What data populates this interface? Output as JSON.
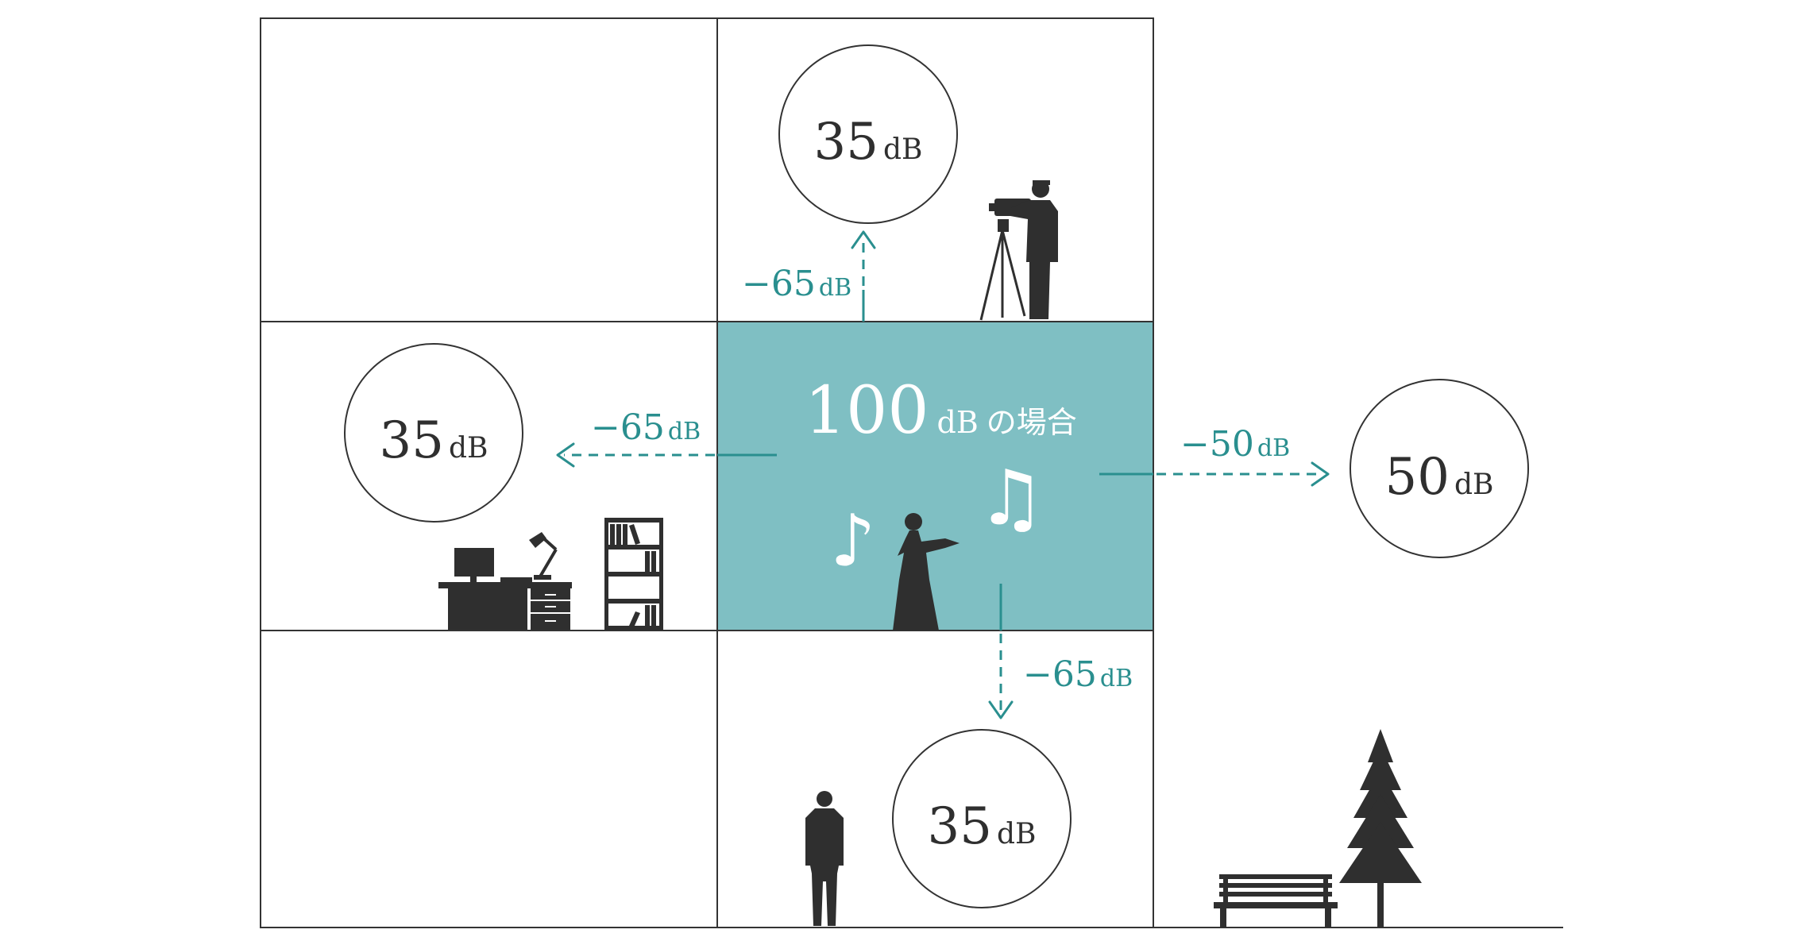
{
  "colors": {
    "teal_fill": "#7fbfc3",
    "teal_text": "#2a8f8f",
    "line": "#333333",
    "silhouette": "#2f2f2f",
    "white": "#ffffff"
  },
  "unit": "dB",
  "source": {
    "value": "100",
    "unit": "dB",
    "suffix": "の場合"
  },
  "music_notes": [
    "♪",
    "♫"
  ],
  "readings": {
    "top": {
      "value": "35",
      "unit": "dB"
    },
    "left": {
      "value": "35",
      "unit": "dB"
    },
    "right": {
      "value": "50",
      "unit": "dB"
    },
    "bottom": {
      "value": "35",
      "unit": "dB"
    }
  },
  "attenuations": {
    "up": {
      "value": "−65",
      "unit": "dB"
    },
    "left": {
      "value": "−65",
      "unit": "dB"
    },
    "right": {
      "value": "−50",
      "unit": "dB"
    },
    "down": {
      "value": "−65",
      "unit": "dB"
    }
  },
  "icons": [
    "camera-operator-icon",
    "office-desk-icon",
    "desk-lamp-icon",
    "bookshelf-icon",
    "singer-icon",
    "standing-man-icon",
    "park-bench-icon",
    "pine-tree-icon"
  ]
}
